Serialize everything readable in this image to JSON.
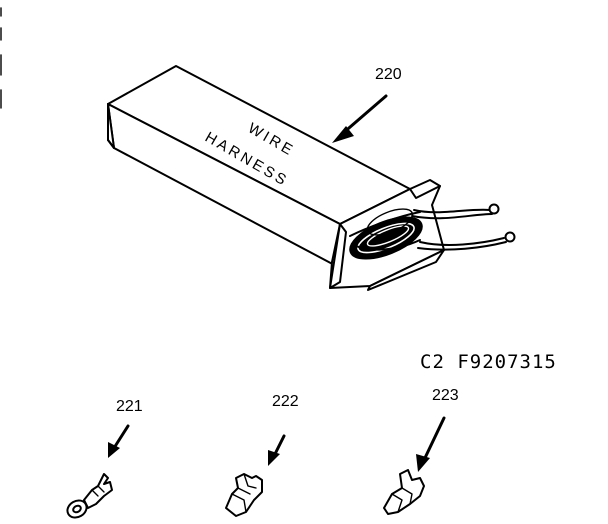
{
  "diagram": {
    "code_label": "C2 F9207315",
    "box": {
      "line1": "WIRE",
      "line2": "HARNESS"
    },
    "callouts": {
      "harness": "220",
      "ring_terminal": "221",
      "spade_terminal": "222",
      "disconnect_terminal": "223"
    }
  }
}
